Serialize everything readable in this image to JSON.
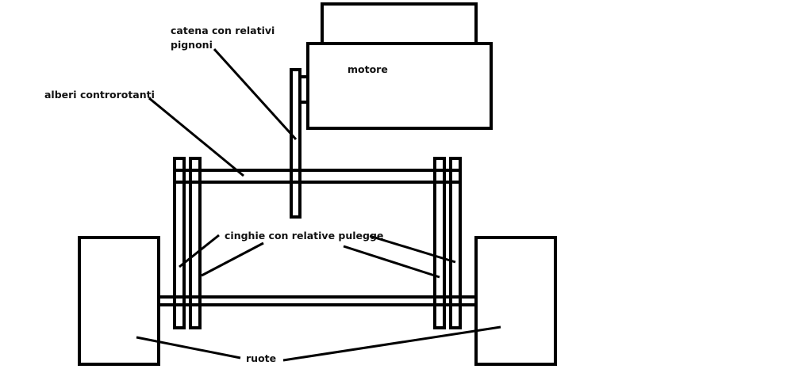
{
  "diagram": {
    "type": "mechanical-schematic",
    "language": "Italian",
    "labels": {
      "chain": [
        "catena con relativi",
        "pignoni"
      ],
      "shafts": "alberi controrotanti",
      "motor": "motore",
      "belts": "cinghie con relative pulegge",
      "wheels": "ruote"
    },
    "components": [
      {
        "id": "motor",
        "name": "motore",
        "count": 1
      },
      {
        "id": "chain-sprocket",
        "name": "catena con relativi pignoni",
        "count": 1
      },
      {
        "id": "counter-rotating-shafts",
        "name": "alberi controrotanti",
        "count": 2
      },
      {
        "id": "belts-pulleys",
        "name": "cinghie con relative pulegge",
        "count": 4
      },
      {
        "id": "wheels",
        "name": "ruote",
        "count": 2
      }
    ],
    "colors": {
      "stroke": "#000000",
      "background": "#ffffff",
      "text": "#111111"
    }
  }
}
